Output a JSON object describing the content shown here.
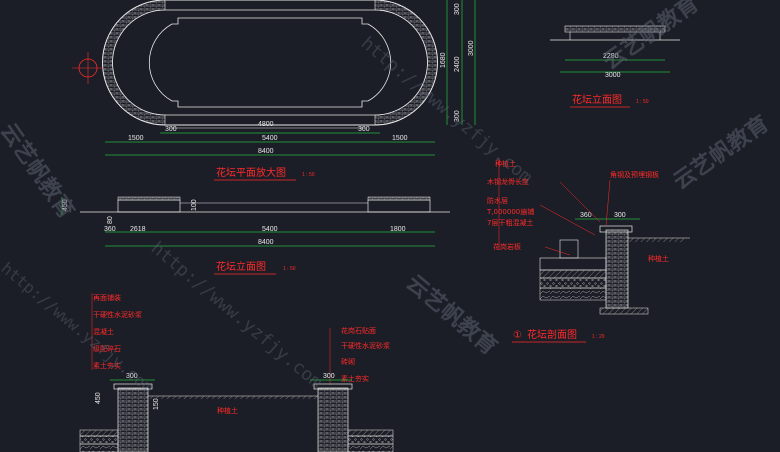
{
  "titles": {
    "plan": "花坛平面放大图",
    "plan_scale": "1 : 50",
    "elevation": "花坛立面图",
    "elevation_scale": "1 : 50",
    "small_elevation": "花坛立面图",
    "small_elevation_scale": "1 : 50",
    "section_num": "①",
    "section": "花坛剖面图",
    "section_scale": "1 : 20"
  },
  "plan_dims": {
    "top_inner": "4800",
    "left_300": "300",
    "right_300": "300",
    "left_1500": "1500",
    "mid_5400": "5400",
    "right_1500": "1500",
    "total_8400": "8400",
    "v_300_top": "300",
    "v_1680": "1680",
    "v_2400": "2400",
    "v_3000": "3000",
    "v_300_bot": "300"
  },
  "elev_dims": {
    "v_450": "450",
    "v_100": "100",
    "v_80": "80",
    "d_360": "360",
    "d_2618": "2618",
    "d_5400": "5400",
    "d_1800": "1800",
    "d_8400": "8400"
  },
  "small_elev_dims": {
    "d_2280": "2280",
    "d_3000": "3000"
  },
  "section_labels": [
    "种植土",
    "木钢龙骨长度",
    "防水层",
    "T,000000遍铺",
    "7层干粗混凝土",
    "花岗岩板"
  ],
  "section_right_labels": {
    "top": "角钢及预埋钢板",
    "soil": "种植土"
  },
  "section_dims": {
    "d_360": "360",
    "d_300": "300"
  },
  "bottom_left_labels": [
    "再面铺装",
    "干硬性水泥砂浆",
    "混凝土",
    "级配碎石",
    "素土夯实"
  ],
  "bottom_right_labels": [
    "花岗石贴面",
    "干硬性水泥砂浆",
    "砖砌",
    "素土夯实"
  ],
  "bottom_dims": {
    "d_300_left": "300",
    "v_450": "450",
    "v_150": "150",
    "d_300_right": "300"
  },
  "bottom_soil": "种植土",
  "watermarks": {
    "brand": "云艺帆教育",
    "url": "http://www.yzfjy.com"
  }
}
